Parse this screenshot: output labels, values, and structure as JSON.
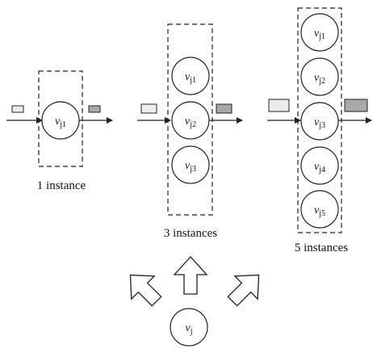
{
  "groups": [
    {
      "caption": "1 instance",
      "nodes": [
        {
          "name": "v",
          "sub_j": "j",
          "sub_k": "1"
        }
      ]
    },
    {
      "caption": "3 instances",
      "nodes": [
        {
          "name": "v",
          "sub_j": "j",
          "sub_k": "1"
        },
        {
          "name": "v",
          "sub_j": "j",
          "sub_k": "2"
        },
        {
          "name": "v",
          "sub_j": "j",
          "sub_k": "3"
        }
      ]
    },
    {
      "caption": "5 instances",
      "nodes": [
        {
          "name": "v",
          "sub_j": "j",
          "sub_k": "1"
        },
        {
          "name": "v",
          "sub_j": "j",
          "sub_k": "2"
        },
        {
          "name": "v",
          "sub_j": "j",
          "sub_k": "3"
        },
        {
          "name": "v",
          "sub_j": "j",
          "sub_k": "4"
        },
        {
          "name": "v",
          "sub_j": "j",
          "sub_k": "5"
        }
      ]
    }
  ],
  "source_node": {
    "name": "v",
    "sub_j": "j",
    "sub_k": ""
  },
  "colors": {
    "input_block": "#ececec",
    "output_block": "#a9a9a9",
    "stroke": "#222222"
  }
}
